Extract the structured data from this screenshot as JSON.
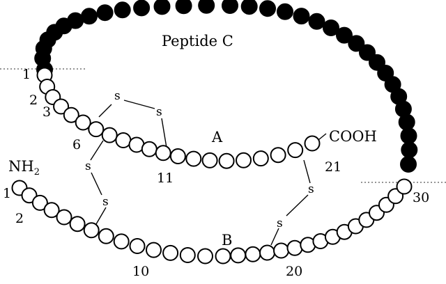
{
  "title": "Peptide C",
  "chains": {
    "a_label": "A",
    "b_label": "B",
    "a_terminus": "COOH",
    "b_terminus": "NH",
    "b_terminus_sub": "2"
  },
  "residue_numbers": {
    "a1": "1",
    "a2": "2",
    "a3": "3",
    "a6": "6",
    "a11": "11",
    "a21": "21",
    "b1": "1",
    "b2": "2",
    "b10": "10",
    "b20": "20",
    "b30": "30"
  },
  "sulfur": "s",
  "colors": {
    "peptide_c": "#000000",
    "residue_fill": "#ffffff",
    "stroke": "#000000"
  }
}
